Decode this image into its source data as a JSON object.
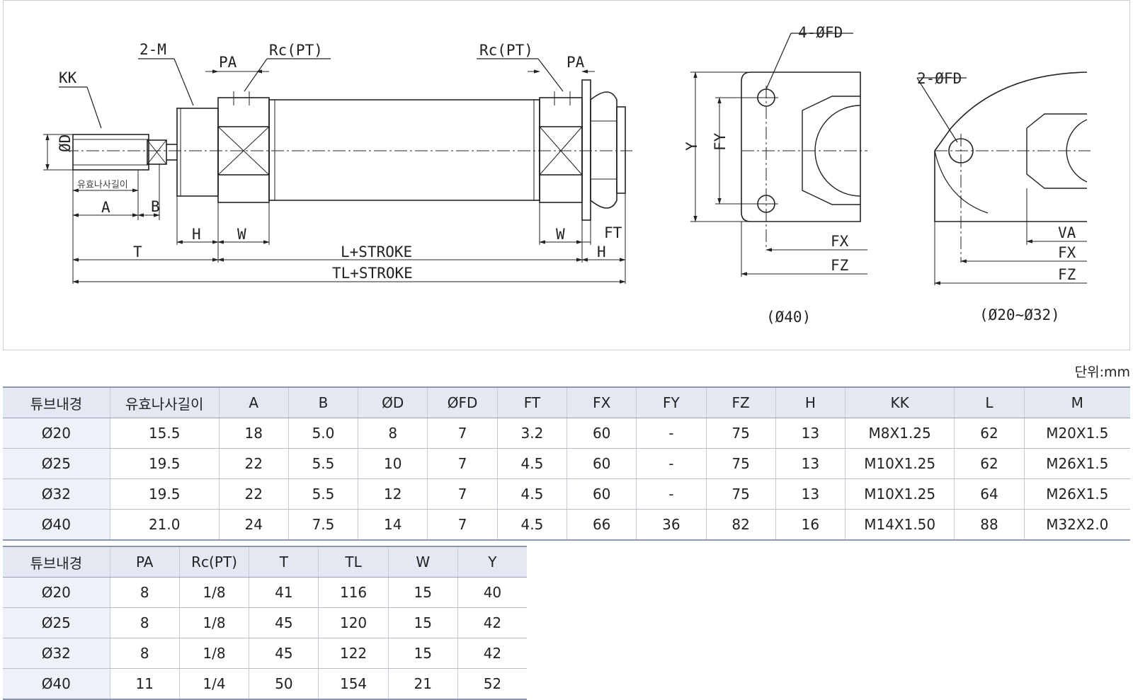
{
  "drawing": {
    "labels": {
      "kk": "KK",
      "two_m": "2-M",
      "pa_left": "PA",
      "rc_left": "Rc(PT)",
      "rc_right": "Rc(PT)",
      "pa_right": "PA",
      "od": "ØD",
      "thread_len": "유효나사길이",
      "a": "A",
      "b": "B",
      "h_left": "H",
      "w_left": "W",
      "w_right": "W",
      "ft": "FT",
      "h_right": "H",
      "t": "T",
      "l_stroke": "L+STROKE",
      "tl_stroke": "TL+STROKE",
      "four_fd": "4-ØFD",
      "y": "Y",
      "fy": "FY",
      "fx_40": "FX",
      "fz_40": "FZ",
      "two_fd": "2-ØFD",
      "va": "VA",
      "fx_small": "FX",
      "fz_small": "FZ",
      "caption_40": "(Ø40)",
      "caption_small": "(Ø20~Ø32)"
    }
  },
  "unit_label": "단위:mm",
  "table1": {
    "headers": [
      "튜브내경",
      "유효나사길이",
      "A",
      "B",
      "ØD",
      "ØFD",
      "FT",
      "FX",
      "FY",
      "FZ",
      "H",
      "KK",
      "L",
      "M"
    ],
    "rows": [
      [
        "Ø20",
        "15.5",
        "18",
        "5.0",
        "8",
        "7",
        "3.2",
        "60",
        "-",
        "75",
        "13",
        "M8X1.25",
        "62",
        "M20X1.5"
      ],
      [
        "Ø25",
        "19.5",
        "22",
        "5.5",
        "10",
        "7",
        "4.5",
        "60",
        "-",
        "75",
        "13",
        "M10X1.25",
        "62",
        "M26X1.5"
      ],
      [
        "Ø32",
        "19.5",
        "22",
        "5.5",
        "12",
        "7",
        "4.5",
        "60",
        "-",
        "75",
        "13",
        "M10X1.25",
        "64",
        "M26X1.5"
      ],
      [
        "Ø40",
        "21.0",
        "24",
        "7.5",
        "14",
        "7",
        "4.5",
        "66",
        "36",
        "82",
        "16",
        "M14X1.50",
        "88",
        "M32X2.0"
      ]
    ]
  },
  "table2": {
    "headers": [
      "튜브내경",
      "PA",
      "Rc(PT)",
      "T",
      "TL",
      "W",
      "Y"
    ],
    "rows": [
      [
        "Ø20",
        "8",
        "1/8",
        "41",
        "116",
        "15",
        "40"
      ],
      [
        "Ø25",
        "8",
        "1/8",
        "45",
        "120",
        "15",
        "42"
      ],
      [
        "Ø32",
        "8",
        "1/8",
        "45",
        "122",
        "15",
        "42"
      ],
      [
        "Ø40",
        "11",
        "1/4",
        "50",
        "154",
        "21",
        "52"
      ]
    ]
  }
}
